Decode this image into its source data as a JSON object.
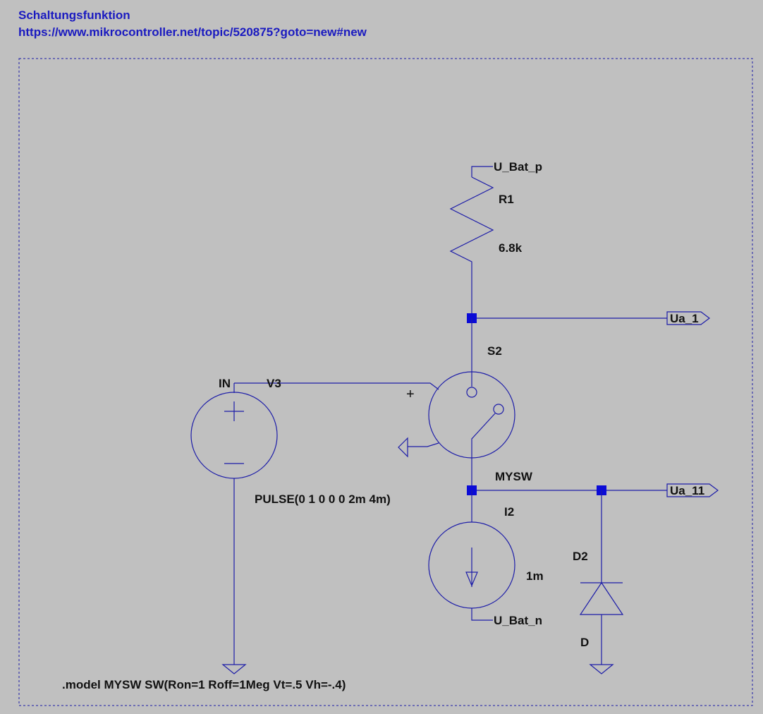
{
  "header": {
    "title": "Schaltungsfunktion",
    "url": "https://www.mikrocontroller.net/topic/520875?goto=new#new"
  },
  "components": {
    "r1": {
      "name": "R1",
      "value": "6.8k"
    },
    "s2": {
      "name": "S2",
      "model": "MYSW"
    },
    "v3": {
      "name": "V3",
      "value": "PULSE(0 1 0 0 0 2m 4m)"
    },
    "i2": {
      "name": "I2",
      "value": "1m"
    },
    "d2": {
      "name": "D2",
      "value": "D"
    }
  },
  "nets": {
    "u_bat_p": "U_Bat_p",
    "u_bat_n": "U_Bat_n",
    "ua_1": "Ua_1",
    "ua_11": "Ua_11",
    "in": "IN"
  },
  "directive": ".model MYSW SW(Ron=1 Roff=1Meg Vt=.5 Vh=-.4)",
  "symbols": {
    "plus": "+"
  },
  "colors": {
    "background": "#c0c0c0",
    "wire": "#1c1ca8",
    "junction": "#0b0bd6",
    "comment": "#1a1ac0"
  }
}
